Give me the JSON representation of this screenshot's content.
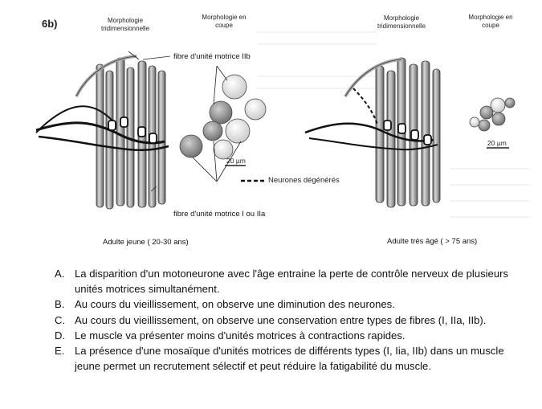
{
  "figure": {
    "part_label": "6b)",
    "left_panel": {
      "header_3d": "Morphologie tridimensionnelle",
      "header_section": "Morphologie en coupe",
      "fiber_type_iib_label": "fibre d'unité motrice IIb",
      "fiber_type_i_iia_label": "fibre d'unité motrice I ou IIa",
      "scale_bar": "20 µm",
      "caption": "Adulte jeune ( 20-30 ans)"
    },
    "legend": {
      "degenerated_neurons": "Neurones dégénérés"
    },
    "right_panel": {
      "header_3d": "Morphologie tridimensionnelle",
      "header_section": "Morphologie en coupe",
      "scale_bar": "20 µm",
      "caption": "Adulte très âgé ( > 75 ans)"
    }
  },
  "questions": [
    {
      "letter": "A.",
      "text": "La disparition d'un motoneurone avec l'âge entraine la perte de contrôle nerveux de plusieurs unités motrices simultanément."
    },
    {
      "letter": "B.",
      "text": "Au cours du vieillissement, on observe une diminution des neurones."
    },
    {
      "letter": "C.",
      "text": "Au cours du vieillissement, on observe une conservation entre types de fibres (I, IIa, IIb)."
    },
    {
      "letter": "D.",
      "text": "Le muscle va présenter moins d'unités motrices à contractions rapides."
    },
    {
      "letter": "E.",
      "text": "La présence d'une mosaïque d'unités motrices de différents types (I, Iia, IIb) dans un muscle jeune permet un recrutement sélectif et peut réduire la fatigabilité du muscle."
    }
  ]
}
